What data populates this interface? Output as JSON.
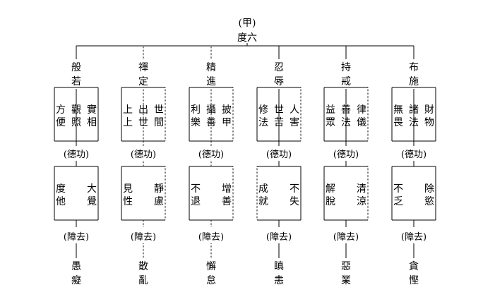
{
  "root": {
    "line1": "(甲)",
    "line2": "度六"
  },
  "branches": [
    {
      "name": [
        "般",
        "若"
      ],
      "items": [
        [
          "方",
          "便"
        ],
        [
          "觀",
          "照"
        ],
        [
          "實",
          "相"
        ]
      ],
      "merit_label": "(德功)",
      "merits": [
        [
          "度",
          "他"
        ],
        [
          "大",
          "覺"
        ]
      ],
      "obstacle_label": "(障去)",
      "obstacle": [
        "愚",
        "癡"
      ]
    },
    {
      "name": [
        "禪",
        "定"
      ],
      "items": [
        [
          "上",
          "上"
        ],
        [
          "出",
          "世"
        ],
        [
          "世",
          "間"
        ]
      ],
      "merit_label": "(德功)",
      "merits": [
        [
          "見",
          "性"
        ],
        [
          "靜",
          "慮"
        ]
      ],
      "obstacle_label": "(障去)",
      "obstacle": [
        "散",
        "亂"
      ]
    },
    {
      "name": [
        "精",
        "進"
      ],
      "items": [
        [
          "利",
          "樂"
        ],
        [
          "攝",
          "善"
        ],
        [
          "披",
          "甲"
        ]
      ],
      "merit_label": "(德功)",
      "merits": [
        [
          "不",
          "退"
        ],
        [
          "增",
          "善"
        ]
      ],
      "obstacle_label": "(障去)",
      "obstacle": [
        "懈",
        "怠"
      ]
    },
    {
      "name": [
        "忍",
        "辱"
      ],
      "items": [
        [
          "修",
          "法"
        ],
        [
          "世",
          "苦"
        ],
        [
          "人",
          "害"
        ]
      ],
      "merit_label": "(德功)",
      "merits": [
        [
          "成",
          "就"
        ],
        [
          "不",
          "失"
        ]
      ],
      "obstacle_label": "(障去)",
      "obstacle": [
        "瞋",
        "恚"
      ]
    },
    {
      "name": [
        "持",
        "戒"
      ],
      "items": [
        [
          "益",
          "眾"
        ],
        [
          "善",
          "法"
        ],
        [
          "律",
          "儀"
        ]
      ],
      "merit_label": "(德功)",
      "merits": [
        [
          "解",
          "脫"
        ],
        [
          "清",
          "涼"
        ]
      ],
      "obstacle_label": "(障去)",
      "obstacle": [
        "惡",
        "業"
      ]
    },
    {
      "name": [
        "布",
        "施"
      ],
      "items": [
        [
          "無",
          "畏"
        ],
        [
          "諸",
          "法"
        ],
        [
          "財",
          "物"
        ]
      ],
      "merit_label": "(德功)",
      "merits": [
        [
          "不",
          "乏"
        ],
        [
          "除",
          "慾"
        ]
      ],
      "obstacle_label": "(障去)",
      "obstacle": [
        "貪",
        "慳"
      ]
    }
  ]
}
